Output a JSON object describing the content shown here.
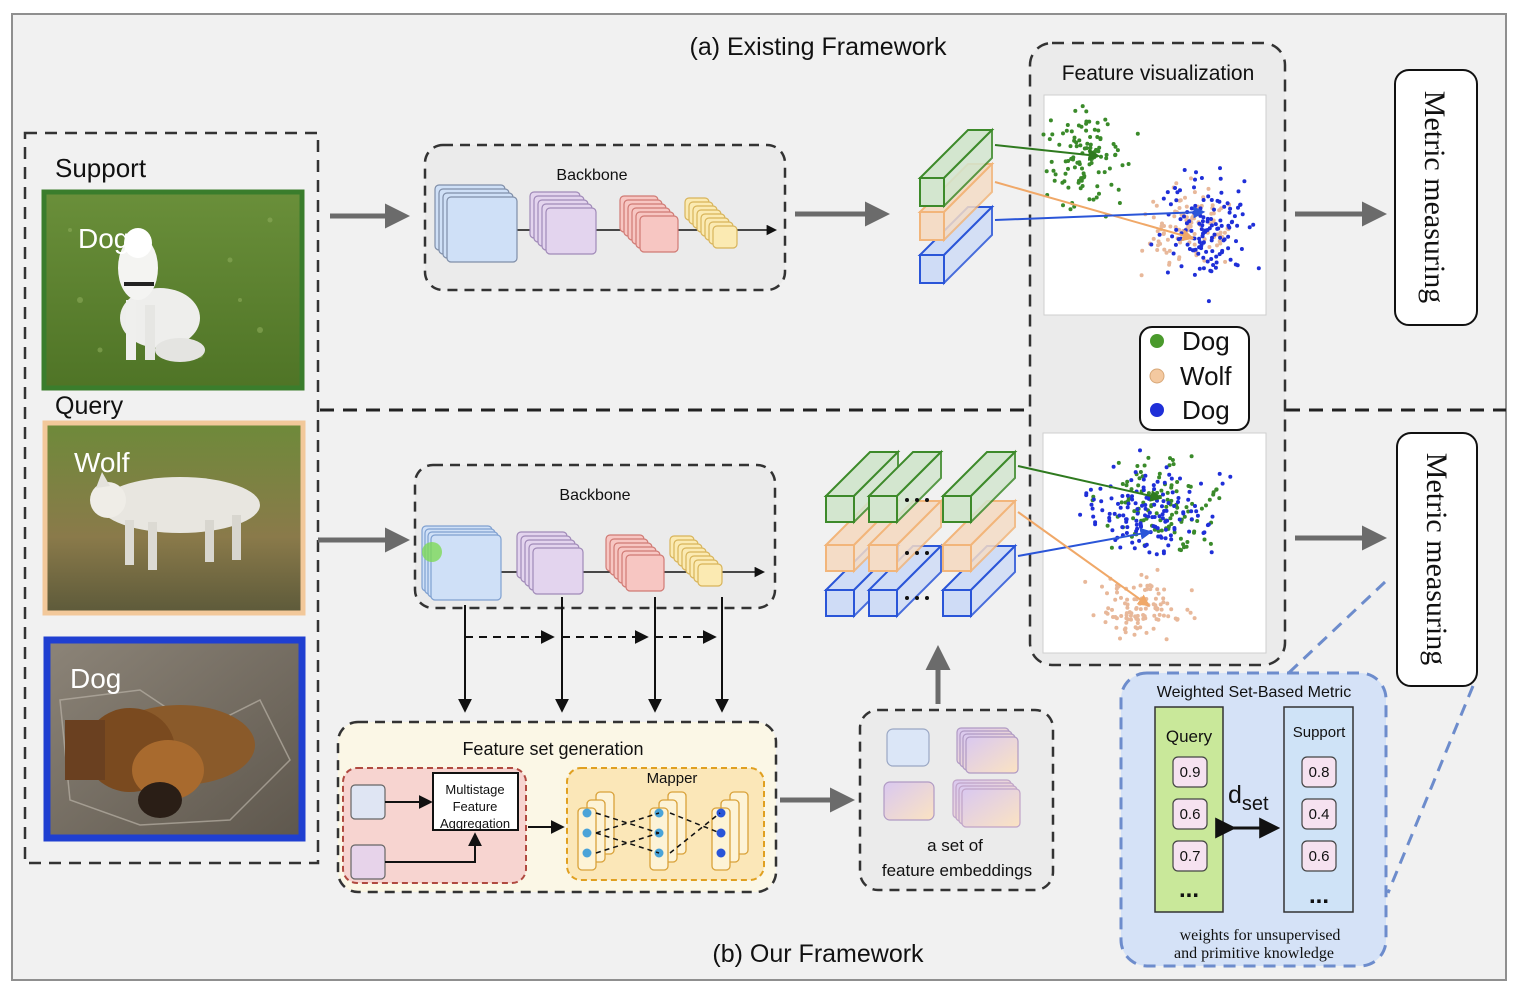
{
  "titles": {
    "top": "(a) Existing Framework",
    "bottom": "(b) Our Framework"
  },
  "inputs": {
    "support_heading": "Support",
    "query_heading": "Query",
    "images": [
      {
        "label": "Dog",
        "border_color": "#3a7d2c"
      },
      {
        "label": "Wolf",
        "border_color": "#f2c89a"
      },
      {
        "label": "Dog",
        "border_color": "#1f3fd1"
      }
    ]
  },
  "backbone": {
    "top_label": "Backbone",
    "bottom_label": "Backbone"
  },
  "feature_visualization": {
    "title": "Feature visualization",
    "legend": [
      {
        "label": "Dog",
        "color": "#4a9a2c"
      },
      {
        "label": "Wolf",
        "color": "#f4c9a0"
      },
      {
        "label": "Dog",
        "color": "#1f2fd8"
      }
    ]
  },
  "metric": {
    "top_label": "Metric measuring",
    "bottom_label": "Metric measuring"
  },
  "feature_set": {
    "title": "Feature set generation",
    "aggregation_lines": [
      "Multistage",
      "Feature",
      "Aggregation"
    ],
    "mapper_label": "Mapper"
  },
  "embeddings": {
    "caption_lines": [
      "a set of",
      "feature embeddings"
    ]
  },
  "weighted_metric": {
    "title": "Weighted Set-Based Metric",
    "query_heading": "Query",
    "support_heading": "Support",
    "query_weights": [
      "0.9",
      "0.6",
      "0.7"
    ],
    "support_weights": [
      "0.8",
      "0.4",
      "0.6"
    ],
    "ellipsis": "...",
    "dset_main": "d",
    "dset_sub": "set",
    "caption_lines": [
      "weights for unsupervised",
      "and primitive knowledge"
    ]
  },
  "colors": {
    "green": "#3d8a2a",
    "peach": "#f2b57a",
    "blue": "#2a55d8",
    "query_col": "#c9e89a",
    "support_col": "#cfe3f7"
  }
}
